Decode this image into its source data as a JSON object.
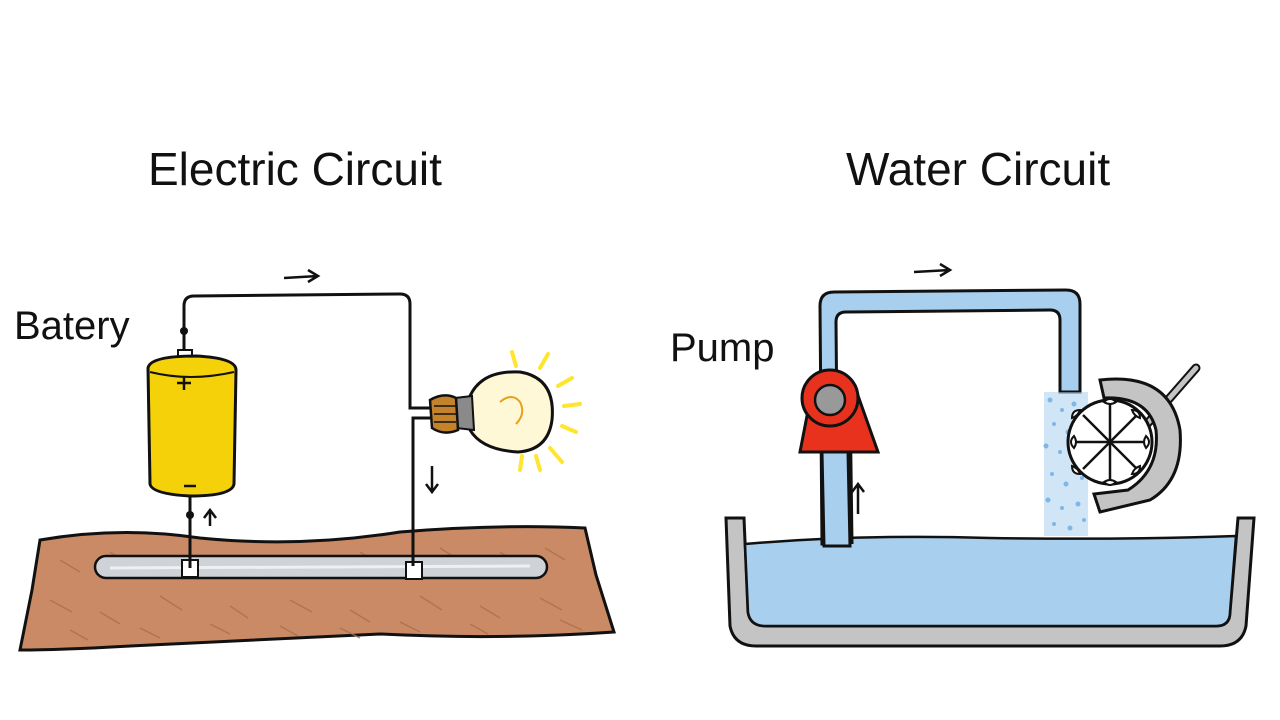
{
  "electric": {
    "title": "Electric Circuit",
    "battery_label": "Batery",
    "plus_sign": "+",
    "minus_sign": "−"
  },
  "water": {
    "title": "Water Circuit",
    "pump_label": "Pump"
  },
  "colors": {
    "battery": "#f5d10a",
    "ground": "#c98a65",
    "water": "#a9cfee",
    "pump": "#e8321e",
    "basin": "#c4c4c4",
    "bulb_glow": "#ffe52e",
    "ink": "#111111"
  }
}
